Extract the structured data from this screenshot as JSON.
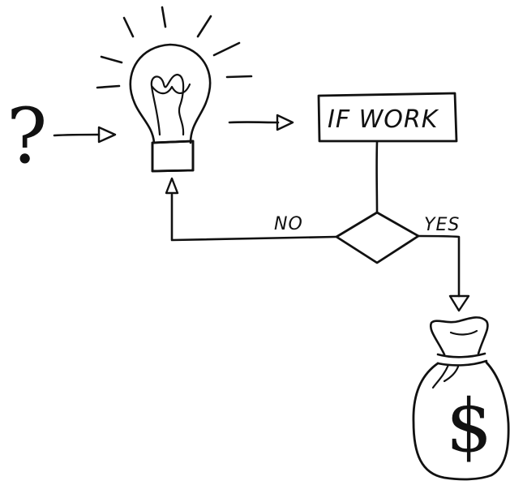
{
  "diagram": {
    "question_mark": "?",
    "box_label": "IF WORK",
    "branch_no": "NO",
    "branch_yes": "YES",
    "money_symbol": "$"
  },
  "icons": {
    "start": "question-mark-icon",
    "idea": "lightbulb-icon",
    "result": "money-bag-icon"
  },
  "colors": {
    "ink": "#111111",
    "paper": "#ffffff"
  }
}
